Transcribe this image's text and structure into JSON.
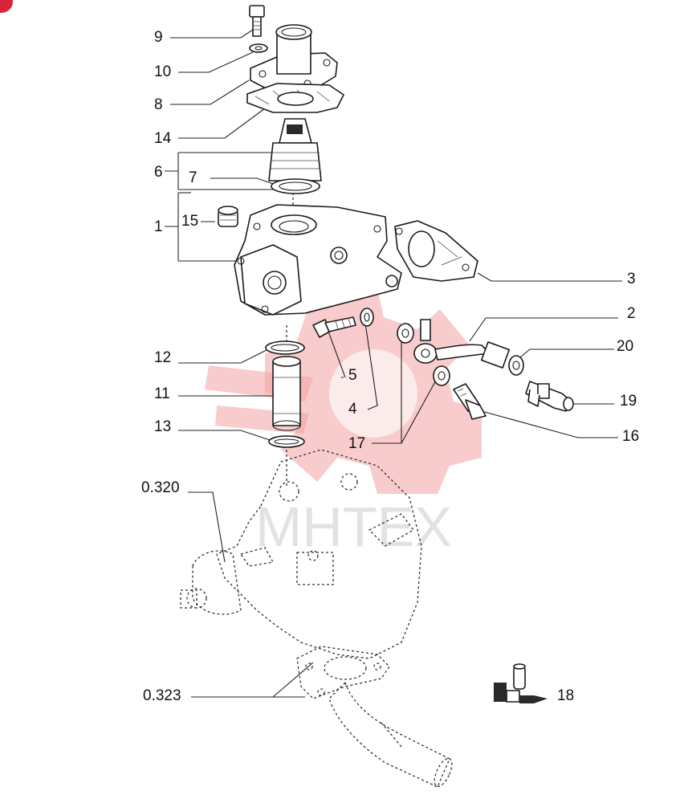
{
  "diagram": {
    "watermark_text": "MHTEX",
    "colors": {
      "line": "#1a1a1a",
      "watermark": "#f2a3a3",
      "corner_badge": "#d8233a"
    },
    "callouts": [
      {
        "id": "c9",
        "text": "9"
      },
      {
        "id": "c10",
        "text": "10"
      },
      {
        "id": "c8",
        "text": "8"
      },
      {
        "id": "c14",
        "text": "14"
      },
      {
        "id": "c6",
        "text": "6"
      },
      {
        "id": "c7",
        "text": "7"
      },
      {
        "id": "c1",
        "text": "1"
      },
      {
        "id": "c15",
        "text": "15"
      },
      {
        "id": "c3",
        "text": "3"
      },
      {
        "id": "c2",
        "text": "2"
      },
      {
        "id": "c20",
        "text": "20"
      },
      {
        "id": "c19",
        "text": "19"
      },
      {
        "id": "c12",
        "text": "12"
      },
      {
        "id": "c5",
        "text": "5"
      },
      {
        "id": "c11",
        "text": "11"
      },
      {
        "id": "c4",
        "text": "4"
      },
      {
        "id": "c13",
        "text": "13"
      },
      {
        "id": "c17",
        "text": "17"
      },
      {
        "id": "c16",
        "text": "16"
      },
      {
        "id": "c0320",
        "text": "0.320"
      },
      {
        "id": "c0323",
        "text": "0.323"
      },
      {
        "id": "c18",
        "text": "18"
      }
    ]
  }
}
